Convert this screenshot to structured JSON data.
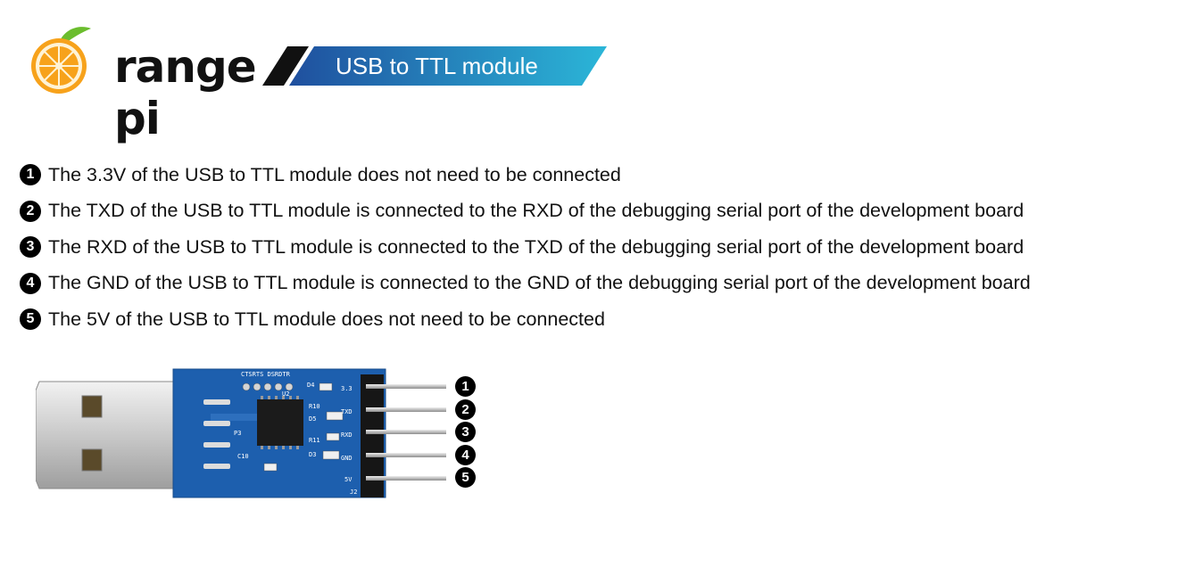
{
  "logo": {
    "text": "range pi"
  },
  "banner": {
    "title": "USB to TTL module"
  },
  "instructions": [
    {
      "num": "1",
      "text": "The 3.3V of the USB to TTL module does not need to be connected"
    },
    {
      "num": "2",
      "text": "The TXD of the USB to TTL module is connected to the RXD of the debugging serial port of the development board"
    },
    {
      "num": "3",
      "text": "The RXD of the USB to TTL module is connected to the TXD of the debugging serial port of the development board"
    },
    {
      "num": "4",
      "text": "The GND of the USB to TTL module is connected to the GND of the debugging serial port of the development board"
    },
    {
      "num": "5",
      "text": "The 5V of the USB to TTL module does not need to be connected"
    }
  ],
  "module": {
    "silkscreen": {
      "top": "CTSRTS DSRDTR",
      "pins": [
        "3.3",
        "TXD",
        "RXD",
        "GND",
        "5V"
      ],
      "parts": [
        "R10",
        "R11",
        "D3",
        "D4",
        "D5",
        "P3",
        "C10",
        "U2",
        "J2"
      ]
    },
    "callouts": [
      "1",
      "2",
      "3",
      "4",
      "5"
    ]
  },
  "colors": {
    "banner_start": "#1f4f9e",
    "banner_end": "#2bb6d8",
    "pcb": "#1d5fae",
    "orange": "#f7a21b"
  }
}
